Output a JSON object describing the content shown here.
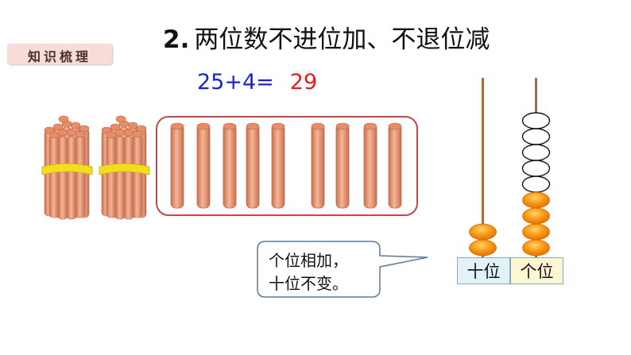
{
  "header": {
    "tag_label": "知识梳理",
    "number": "2.",
    "title": "两位数不进位加、不退位减"
  },
  "equation": {
    "expression": "25+4=",
    "result": "29"
  },
  "bubble": {
    "line1": "个位相加，",
    "line2": "十位不变。"
  },
  "abacus": {
    "tens_label": "十位",
    "ones_label": "个位",
    "tens_filled_beads": 2,
    "ones_filled_beads": 4,
    "ones_empty_beads": 5
  },
  "counters": {
    "bundles_of_ten": 2,
    "single_sticks": 9
  },
  "colors": {
    "stick": "#f0a07e",
    "stick_edge": "#b8694a",
    "band": "#f4dc1e",
    "bead": "#f58c10",
    "expression": "#1a22d9",
    "result": "#e81a1a",
    "panel_border": "#c0474f"
  }
}
